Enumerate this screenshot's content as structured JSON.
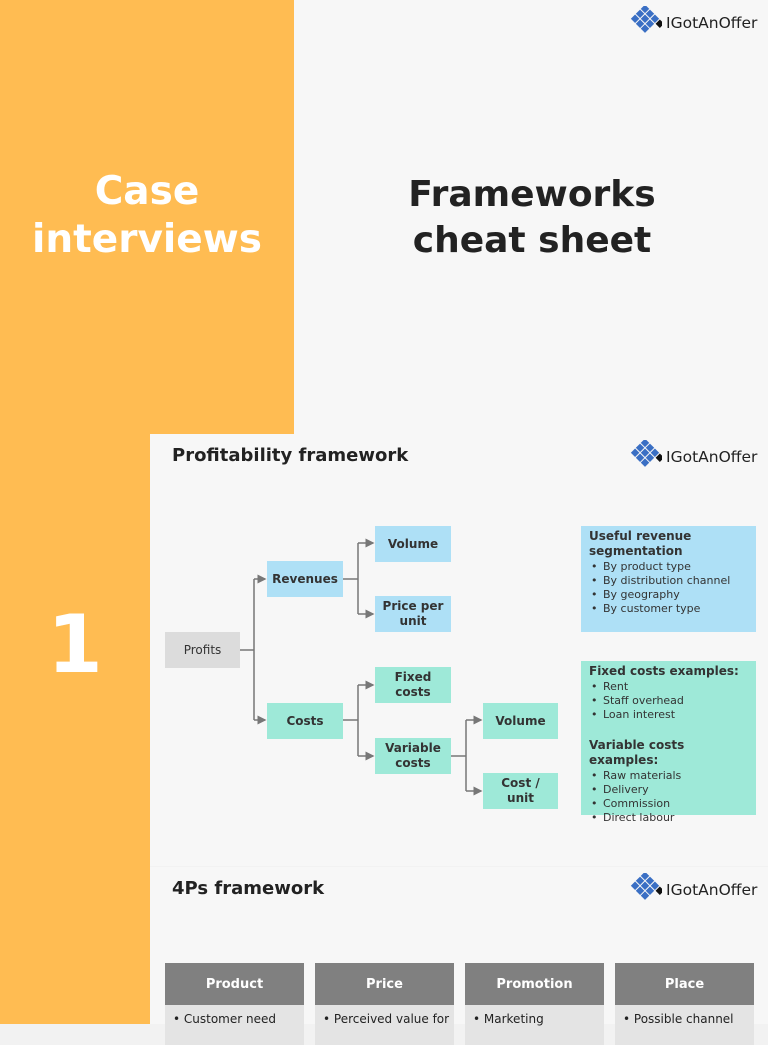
{
  "cover": {
    "left_title_line1": "Case",
    "left_title_line2": "interviews",
    "main_title_line1": "Frameworks",
    "main_title_line2": "cheat sheet"
  },
  "brand": {
    "name": "IGotAnOffer"
  },
  "section1": {
    "number": "1",
    "title": "Profitability framework",
    "nodes": {
      "profits": "Profits",
      "revenues": "Revenues",
      "costs": "Costs",
      "volume": "Volume",
      "price_per_unit_line1": "Price per",
      "price_per_unit_line2": "unit",
      "fixed_costs_line1": "Fixed",
      "fixed_costs_line2": "costs",
      "variable_costs_line1": "Variable",
      "variable_costs_line2": "costs",
      "vc_volume": "Volume",
      "cost_unit_line1": "Cost /",
      "cost_unit_line2": "unit"
    },
    "revenue_box": {
      "title_line1": "Useful revenue",
      "title_line2": "segmentation",
      "items": [
        "By product type",
        "By distribution channel",
        "By geography",
        "By customer type"
      ]
    },
    "costs_box": {
      "fixed_title": "Fixed costs examples:",
      "fixed_items": [
        "Rent",
        "Staff overhead",
        "Loan interest"
      ],
      "variable_title": "Variable costs examples:",
      "variable_items": [
        "Raw materials",
        "Delivery",
        "Commission",
        "Direct labour"
      ]
    },
    "colors": {
      "revenue": "#aee0f6",
      "cost": "#9ee9d8",
      "root": "#dcdcdc",
      "accent": "#ffbc52"
    }
  },
  "section2": {
    "title": "4Ps framework",
    "columns": [
      {
        "header": "Product",
        "first_item": "• Customer need"
      },
      {
        "header": "Price",
        "first_item": "• Perceived value for"
      },
      {
        "header": "Promotion",
        "first_item": "• Marketing"
      },
      {
        "header": "Place",
        "first_item": "• Possible channel"
      }
    ]
  }
}
